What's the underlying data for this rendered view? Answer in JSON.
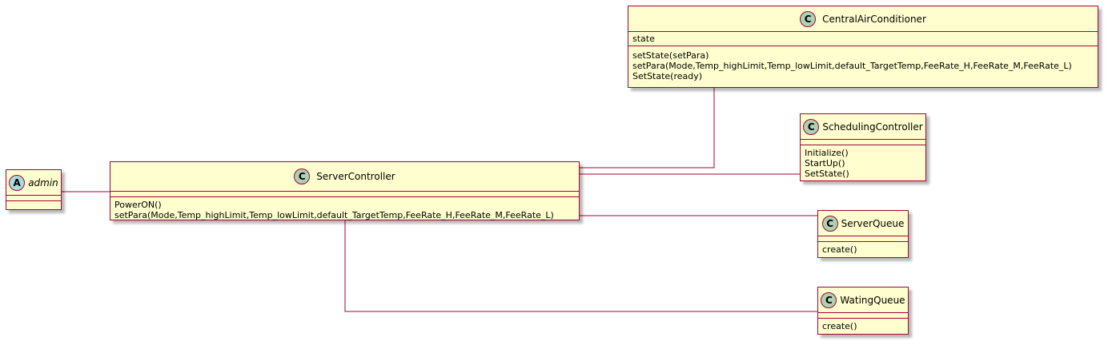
{
  "stereotype_colors": {
    "class": "#ADD1B2",
    "abstract": "#A9DCDF"
  },
  "border_color": "#A80036",
  "fill_color": "#FEFECE",
  "classes": {
    "central": {
      "stereotype": "C",
      "name": "CentralAirConditioner",
      "attributes": [
        "state"
      ],
      "methods": [
        "setState(setPara)",
        "setPara(Mode,Temp_highLimit,Temp_lowLimit,default_TargetTemp,FeeRate_H,FeeRate_M,FeeRate_L)",
        "SetState(ready)"
      ]
    },
    "scheduling": {
      "stereotype": "C",
      "name": "SchedulingController",
      "methods": [
        "Initialize()",
        "StartUp()",
        "SetState()"
      ]
    },
    "admin": {
      "stereotype": "A",
      "name": "admin"
    },
    "server": {
      "stereotype": "C",
      "name": "ServerController",
      "methods": [
        "PowerON()",
        "setPara(Mode,Temp_highLimit,Temp_lowLimit,default_TargetTemp,FeeRate_H,FeeRate_M,FeeRate_L)"
      ]
    },
    "serverqueue": {
      "stereotype": "C",
      "name": "ServerQueue",
      "methods": [
        "create()"
      ]
    },
    "watingqueue": {
      "stereotype": "C",
      "name": "WatingQueue",
      "methods": [
        "create()"
      ]
    }
  }
}
